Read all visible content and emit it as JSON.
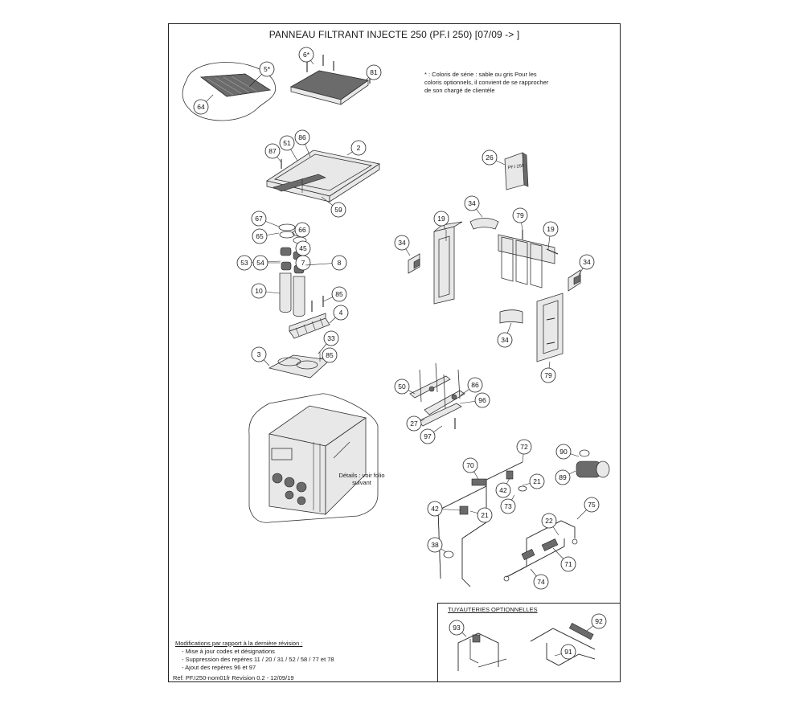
{
  "title": "PANNEAU FILTRANT INJECTE 250 (PF.I 250) [07/09 -> ]",
  "note": "* : Coloris de série : sable ou gris Pour les coloris optionnels, il convient de se rapprocher de son chargé de clientèle",
  "manual_label": "PF.I 250",
  "details_label": "Détails : voir folio suivant",
  "optional_section": {
    "title": "TUYAUTERIES OPTIONNELLES"
  },
  "modifications": {
    "title": "Modifications par rapport à la dernière révision :",
    "items": [
      "Mise à jour codes et désignations",
      "Suppression des repères 11 / 20 / 31 / 52 / 58 / 77 et 78",
      "Ajout des repères 96 et 97"
    ]
  },
  "reference": "Ref: PF.I250-nom01fr Revision 0.2 - 12/09/19",
  "callouts": [
    "5*",
    "64",
    "6*",
    "81",
    "87",
    "51",
    "86",
    "2",
    "59",
    "26",
    "67",
    "66",
    "65",
    "45",
    "53",
    "54",
    "7",
    "8",
    "10",
    "85",
    "4",
    "33",
    "3",
    "85",
    "19",
    "34",
    "34",
    "79",
    "19",
    "34",
    "34",
    "79",
    "50",
    "86",
    "96",
    "27",
    "97",
    "72",
    "70",
    "42",
    "21",
    "73",
    "90",
    "89",
    "42",
    "21",
    "75",
    "22",
    "38",
    "71",
    "74",
    "93",
    "92",
    "91"
  ]
}
